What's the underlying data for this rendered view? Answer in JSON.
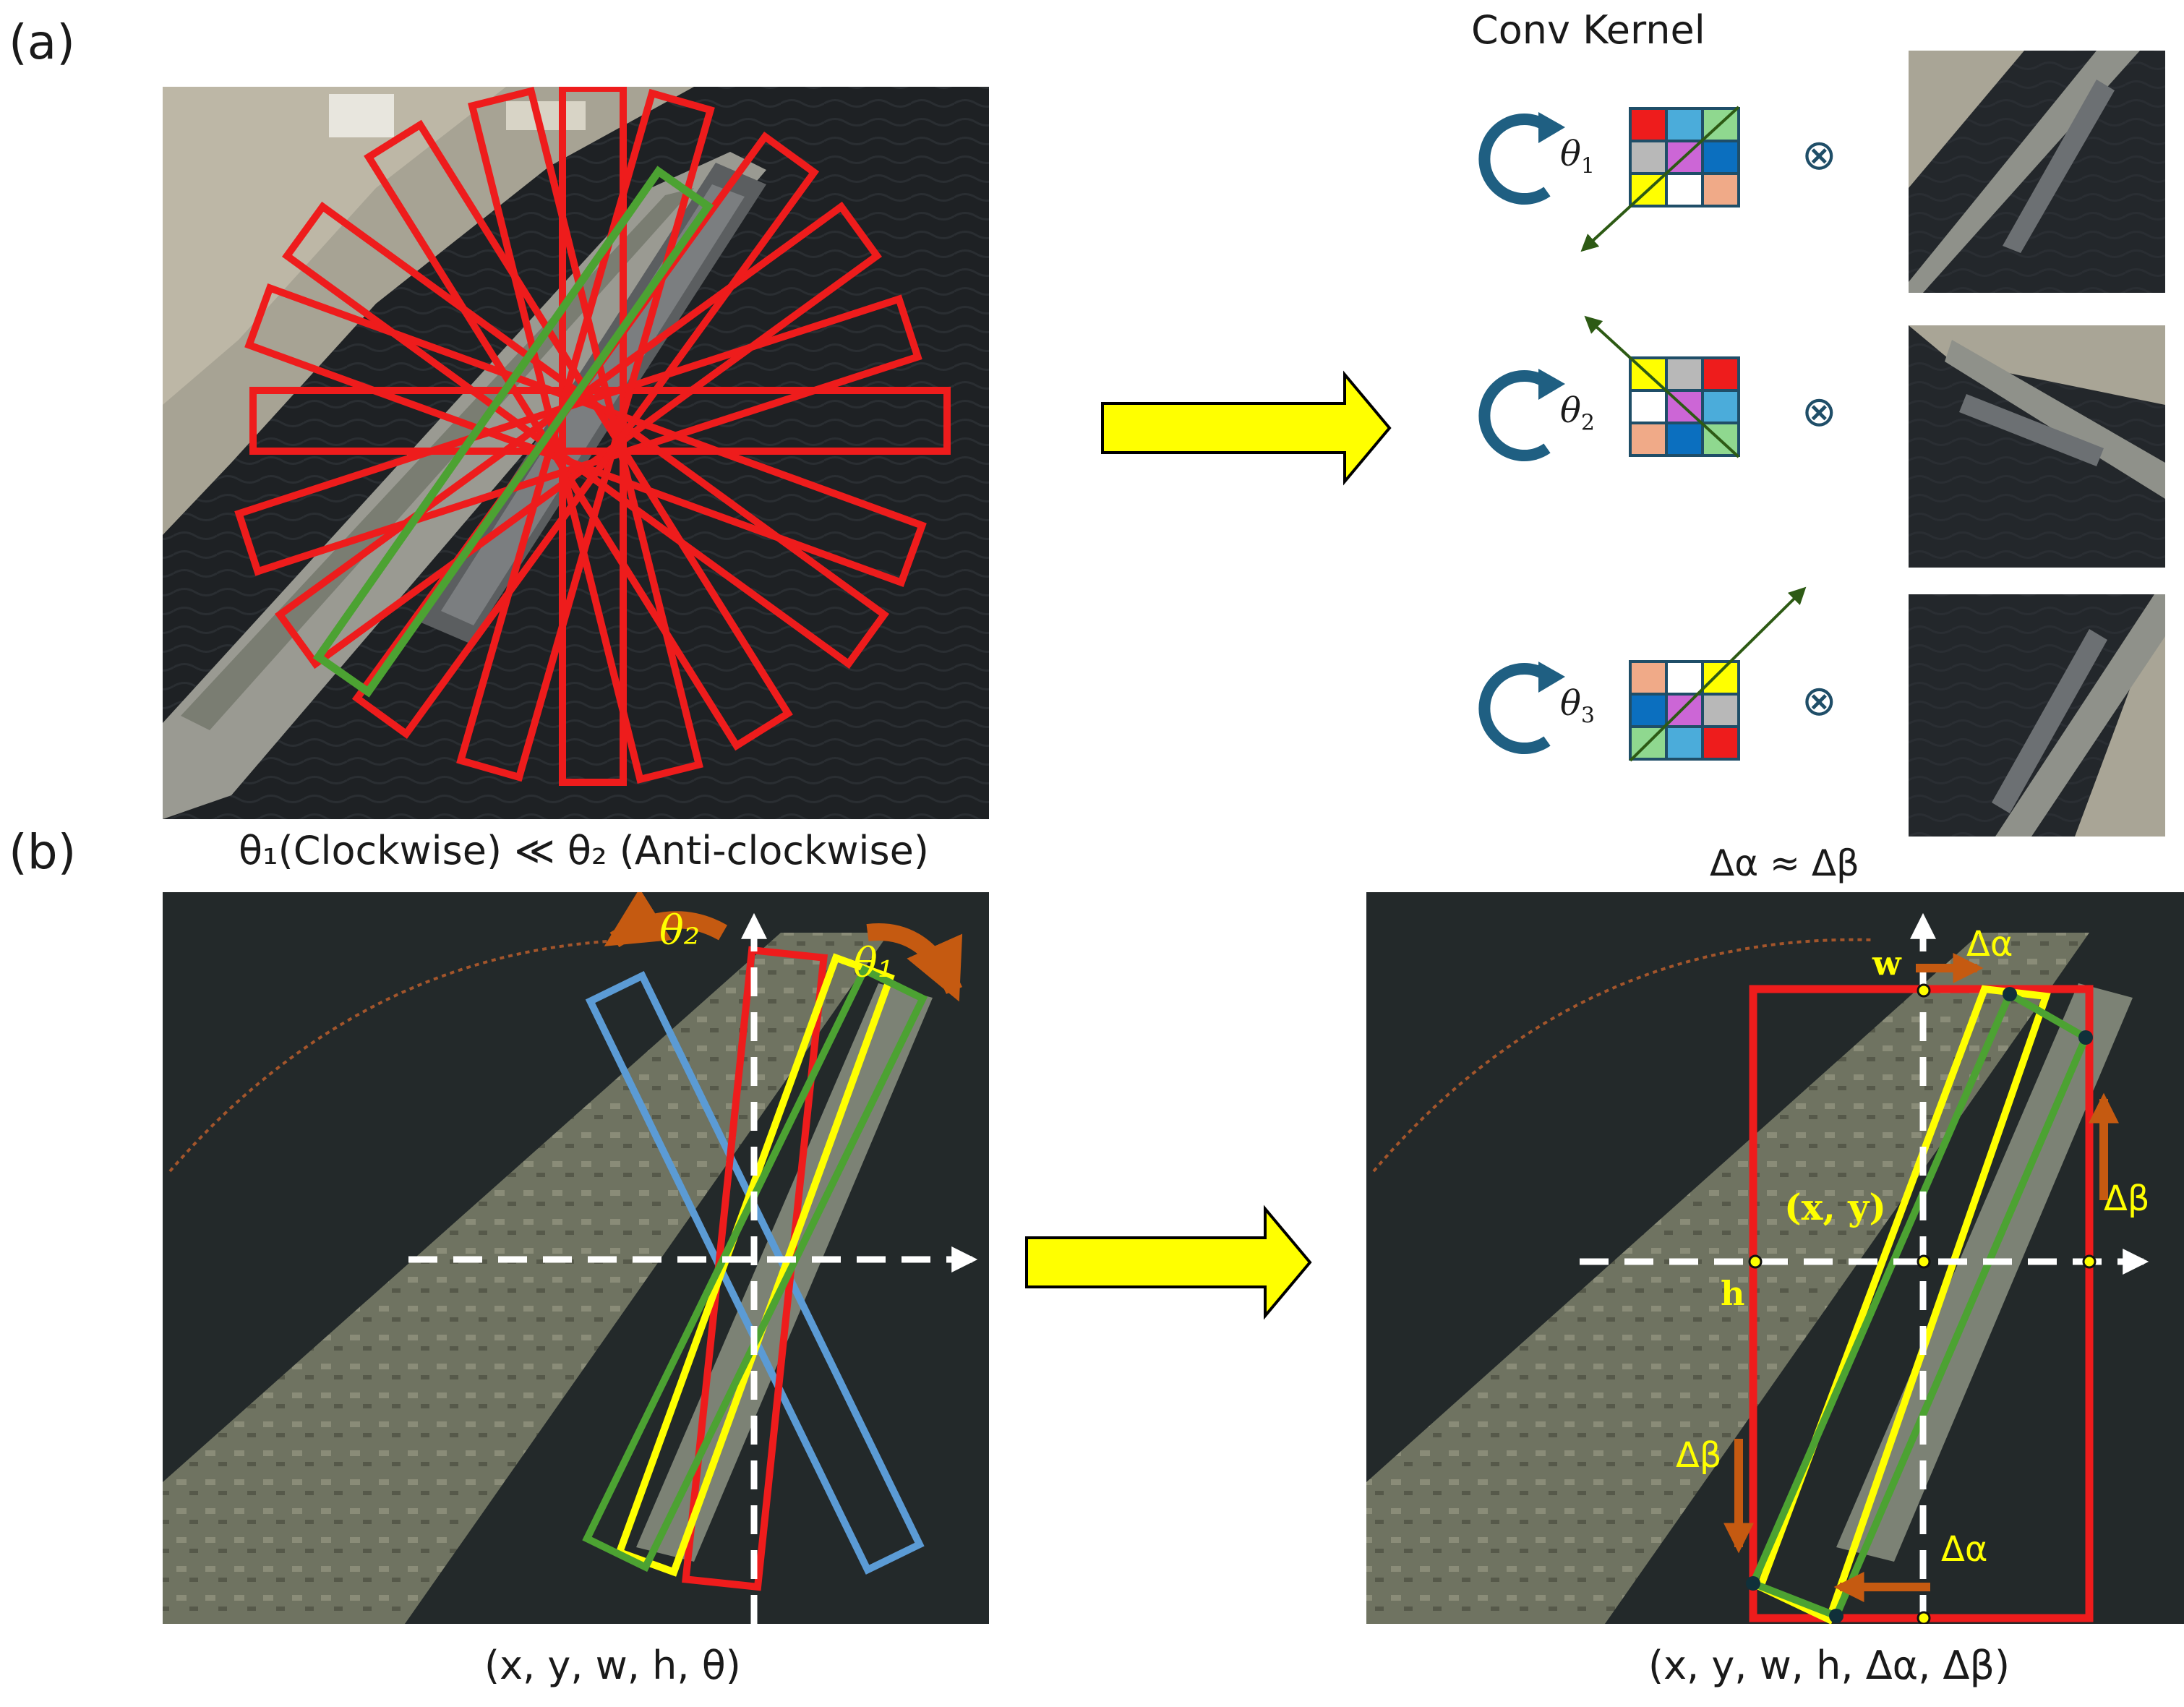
{
  "panel_a": {
    "label": "(a)",
    "kernel_title": "Conv Kernel",
    "caption": "θ₁(Clockwise) ≪ θ₂ (Anti-clockwise)",
    "rows": [
      {
        "theta": "θ",
        "sub": "1",
        "op": "⊗"
      },
      {
        "theta": "θ",
        "sub": "2",
        "op": "⊗"
      },
      {
        "theta": "θ",
        "sub": "3",
        "op": "⊗"
      }
    ]
  },
  "panel_b": {
    "label": "(b)",
    "top_note": "Δα ≈ Δβ",
    "left_caption": "(x, y, w, h, θ)",
    "right_caption": "(x, y, w, h, Δα, Δβ)",
    "left_img": {
      "theta2": "θ₂",
      "theta1": "θ₁"
    },
    "right_img": {
      "w": "w",
      "h": "h",
      "xy": "(x, y)",
      "delta_alpha": "Δα",
      "delta_beta": "Δβ"
    }
  },
  "colors": {
    "red": "#ee1c1c",
    "green": "#4ca232",
    "yellow": "#ffff00",
    "blue": "#5b9bd5",
    "brown": "#c55a11",
    "teal": "#1f5f82",
    "kernel_border": "#1f4e68"
  }
}
